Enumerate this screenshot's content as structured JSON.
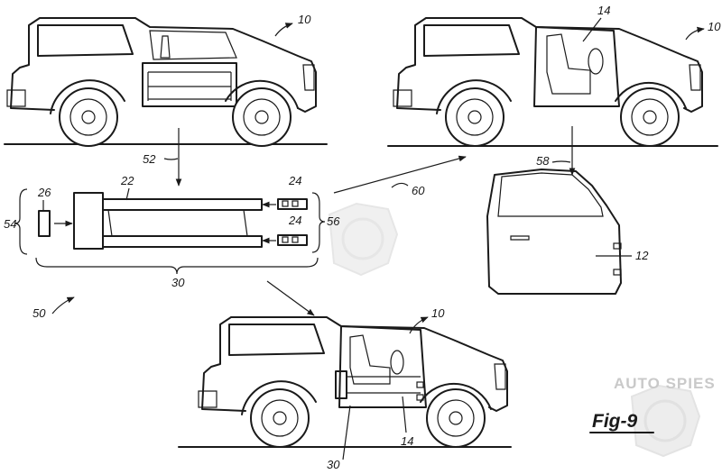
{
  "refs": {
    "r10_top_left": "10",
    "r14_top_right": "14",
    "r10_top_right": "10",
    "r52": "52",
    "r58": "58",
    "r22": "22",
    "r26": "26",
    "r24_a": "24",
    "r24_b": "24",
    "r54": "54",
    "r56": "56",
    "r30_mid": "30",
    "r60": "60",
    "r12": "12",
    "r50": "50",
    "r10_bottom": "10",
    "r30_bottom": "30",
    "r14_bottom": "14"
  },
  "figure_label": "Fig-9",
  "watermark": "AUTO SPIES",
  "colors": {
    "line": "#1a1a1a",
    "background": "#ffffff",
    "watermark": "#c9c9c9"
  }
}
